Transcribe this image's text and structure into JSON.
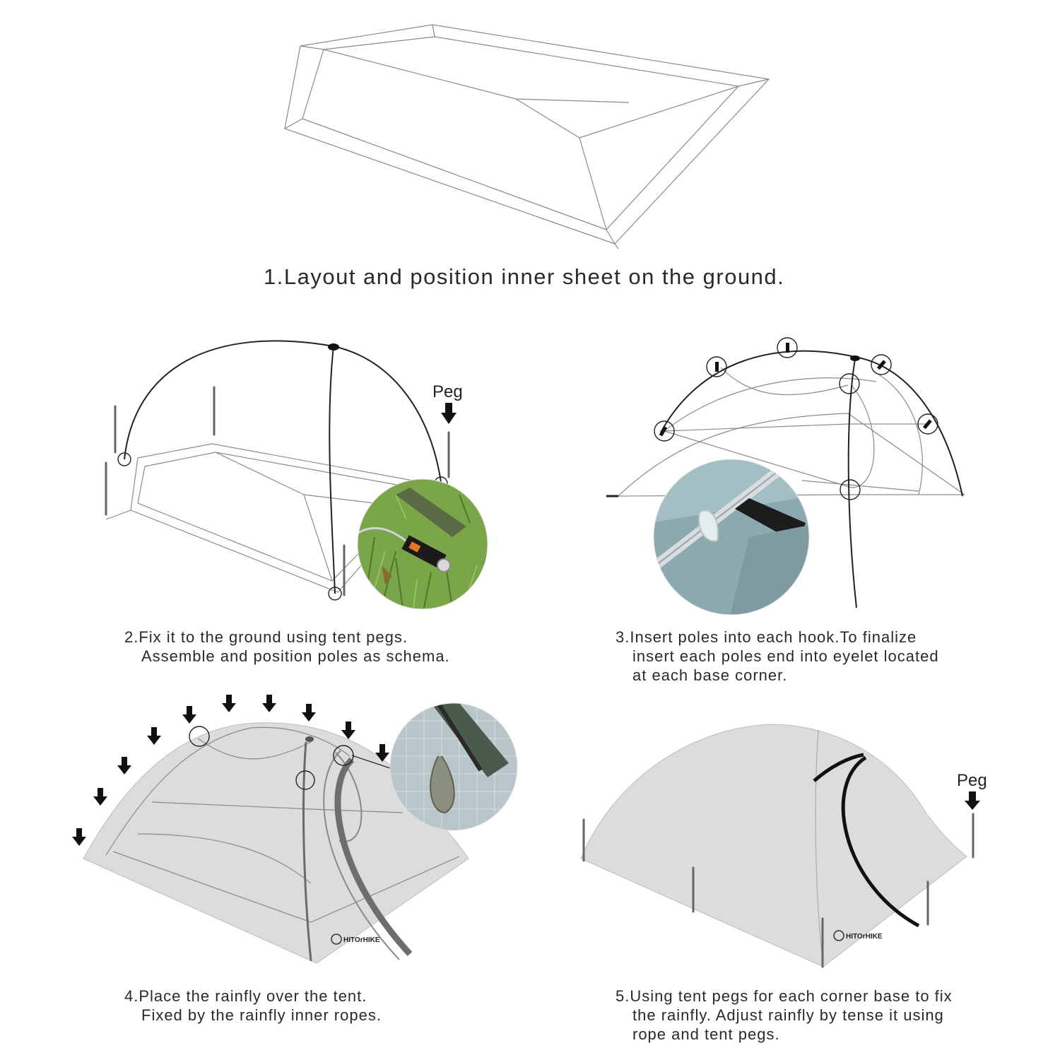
{
  "brand": "HITOrHIKE",
  "peg_label": "Peg",
  "steps": [
    {
      "text": [
        "1.Layout and position inner sheet on the ground."
      ]
    },
    {
      "text": [
        "2.Fix it to the ground using tent pegs.",
        "Assemble and position poles as schema."
      ]
    },
    {
      "text": [
        "3.Insert poles into each hook.To finalize",
        "insert each poles end into eyelet located",
        "at each base corner."
      ]
    },
    {
      "text": [
        "4.Place the rainfly over the tent.",
        "Fixed by the rainfly inner ropes."
      ]
    },
    {
      "text": [
        "5.Using tent pegs for each corner base to fix",
        "the rainfly. Adjust rainfly by tense it using",
        "rope and tent pegs."
      ]
    }
  ],
  "colors": {
    "rainfly": "#dcdcdc",
    "pole": "#1e1e1e",
    "line": "#8a8a8a",
    "grass": "#6f9a3e",
    "inner": "#8fa8ab"
  }
}
